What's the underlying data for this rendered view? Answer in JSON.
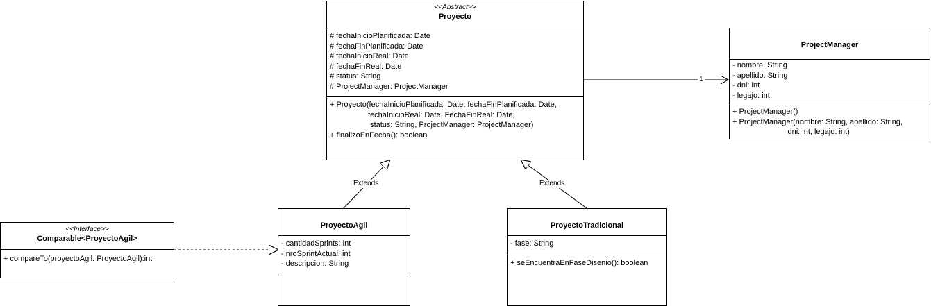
{
  "proyecto": {
    "stereotype": "<<Abstract>>",
    "name": "Proyecto",
    "attributes": [
      "# fechaInicioPlanificada: Date",
      "# fechaFinPlanificada: Date",
      "# fechaInicioReal: Date",
      "# fechaFinReal: Date",
      "# status: String",
      "# ProjectManager: ProjectManager"
    ],
    "methods": [
      "+ Proyecto(fechaInicioPlanificada: Date, fechaFinPlanificada: Date,",
      "                  fechaInicioReal: Date, FechaFinReal: Date,",
      "                   status: String, ProjectManager: ProjectManager)",
      "+ finalizoEnFecha(): boolean"
    ]
  },
  "project_manager": {
    "name": "ProjectManager",
    "attributes": [
      "- nombre: String",
      "- apellido: String",
      "- dni: int",
      "- legajo: int"
    ],
    "methods": [
      "+ ProjectManager()",
      "+ ProjectManager(nombre: String, apellido: String,",
      "                          dni: int, legajo: int)"
    ]
  },
  "proyecto_agil": {
    "name": "ProyectoAgil",
    "attributes": [
      "- cantidadSprints: int",
      "- nroSprintActual: int",
      "- descripcion: String"
    ],
    "methods": []
  },
  "proyecto_tradicional": {
    "name": "ProyectoTradicional",
    "attributes": [
      "- fase: String"
    ],
    "methods": [
      "+ seEncuentraEnFaseDisenio(): boolean"
    ]
  },
  "comparable": {
    "stereotype": "<<Interface>>",
    "name": "Comparable<ProyectoAgil>",
    "methods": [
      "+ compareTo(proyectoAgil: ProyectoAgil):int"
    ]
  },
  "edges": {
    "extends_agil": "Extends",
    "extends_tradicional": "Extends",
    "association_multiplicity": "1"
  }
}
